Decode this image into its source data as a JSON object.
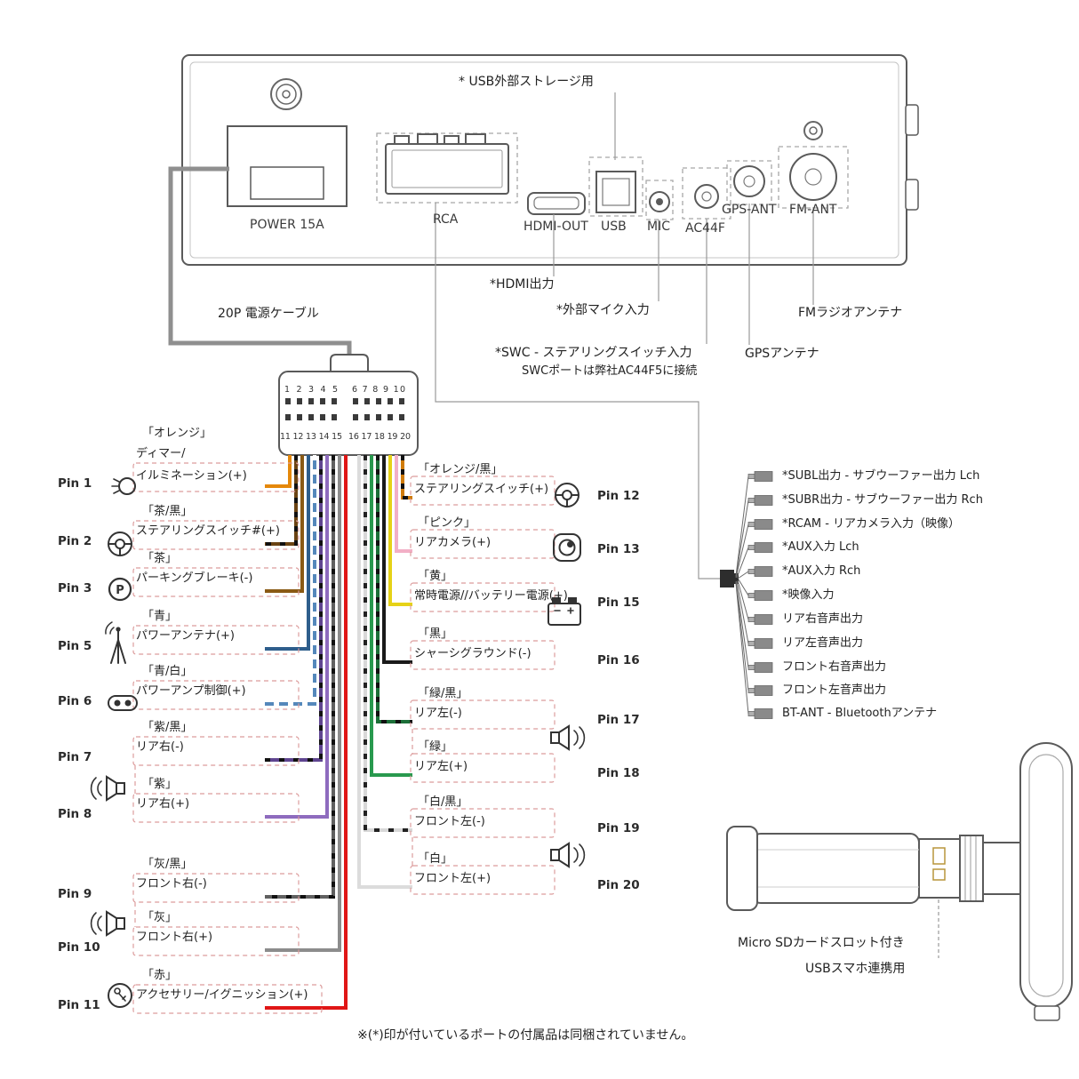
{
  "panel": {
    "power": "POWER 15A",
    "rca": "RCA",
    "hdmi": "HDMI-OUT",
    "usb": "USB",
    "mic": "MIC",
    "ac44f": "AC44F",
    "gps": "GPS-ANT",
    "fm": "FM-ANT"
  },
  "callouts": {
    "usb_storage": "* USB外部ストレージ用",
    "hdmi_out": "*HDMI出力",
    "ext_mic": "*外部マイク入力",
    "fm_radio": "FMラジオアンテナ",
    "swc_line1": "*SWC - ステアリングスイッチ入力",
    "swc_line2": "SWCポートは弊社AC44F5に接続",
    "gps_ant": "GPSアンテナ",
    "power_cable": "20P 電源ケーブル"
  },
  "connector": {
    "pins_top_left": "1 2 3 4 5",
    "pins_top_right": "6 7 8 9 10",
    "pins_bottom_left": "11 12 13 14 15",
    "pins_bottom_right": "16 17 18 19 20"
  },
  "left_pins": [
    {
      "pin": "Pin 1",
      "color": "「オレンジ」",
      "desc1": "ディマー/",
      "desc2": "イルミネーション(+)"
    },
    {
      "pin": "Pin 2",
      "color": "「茶/黒」",
      "desc1": "ステアリングスイッチ#(+)"
    },
    {
      "pin": "Pin 3",
      "color": "「茶」",
      "desc1": "パーキングブレーキ(-)"
    },
    {
      "pin": "Pin 5",
      "color": "「青」",
      "desc1": "パワーアンテナ(+)"
    },
    {
      "pin": "Pin 6",
      "color": "「青/白」",
      "desc1": "パワーアンプ制御(+)"
    },
    {
      "pin": "Pin 7",
      "color": "「紫/黒」",
      "desc1": "リア右(-)"
    },
    {
      "pin": "Pin 8",
      "color": "「紫」",
      "desc1": "リア右(+)"
    },
    {
      "pin": "Pin 9",
      "color": "「灰/黒」",
      "desc1": "フロント右(-)"
    },
    {
      "pin": "Pin 10",
      "color": "「灰」",
      "desc1": "フロント右(+)"
    },
    {
      "pin": "Pin 11",
      "color": "「赤」",
      "desc1": "アクセサリー/イグニッション(+)"
    }
  ],
  "right_pins": [
    {
      "pin": "Pin 12",
      "color": "「オレンジ/黒」",
      "desc": "ステアリングスイッチ(+)"
    },
    {
      "pin": "Pin 13",
      "color": "「ピンク」",
      "desc": "リアカメラ(+)"
    },
    {
      "pin": "Pin 15",
      "color": "「黄」",
      "desc": "常時電源//バッテリー電源(+)"
    },
    {
      "pin": "Pin 16",
      "color": "「黒」",
      "desc": "シャーシグラウンド(-)"
    },
    {
      "pin": "Pin 17",
      "color": "「緑/黒」",
      "desc": "リア左(-)"
    },
    {
      "pin": "Pin 18",
      "color": "「緑」",
      "desc": "リア左(+)"
    },
    {
      "pin": "Pin 19",
      "color": "「白/黒」",
      "desc": "フロント左(-)"
    },
    {
      "pin": "Pin 20",
      "color": "「白」",
      "desc": "フロント左(+)"
    }
  ],
  "rca_outputs": [
    "*SUBL出力 - サブウーファー出力 Lch",
    "*SUBR出力 - サブウーファー出力 Rch",
    "*RCAM - リアカメラ入力（映像）",
    "*AUX入力 Lch",
    "*AUX入力 Rch",
    "*映像入力",
    "リア右音声出力",
    "リア左音声出力",
    "フロント右音声出力",
    "フロント左音声出力",
    "BT-ANT - Bluetoothアンテナ"
  ],
  "antenna": {
    "sd": "Micro SDカードスロット付き",
    "usb": "USBスマホ連携用"
  },
  "footer": {
    "note": "※(*)印が付いているポートの付属品は同梱されていません。"
  },
  "icons": {
    "parking_letter": "P"
  },
  "wire_colors": {
    "orange": "#E5880A",
    "orange_black": "#D07B08",
    "brown": "#8A5A14",
    "brown_black": "#6B4414",
    "blue": "#2E5E8C",
    "blue_white": "#5588BB",
    "purple": "#8E6BBE",
    "purple_black": "#5F4590",
    "gray": "#8C8C8C",
    "gray_black": "#606060",
    "red": "#E01616",
    "pink": "#F2AFC6",
    "yellow": "#E6D217",
    "black": "#1A1A1A",
    "green": "#28994E",
    "green_black": "#1C6F38",
    "white": "#DCDCDC",
    "white_black": "#D8D8D8",
    "dashed_box": "#DC9C9C"
  }
}
